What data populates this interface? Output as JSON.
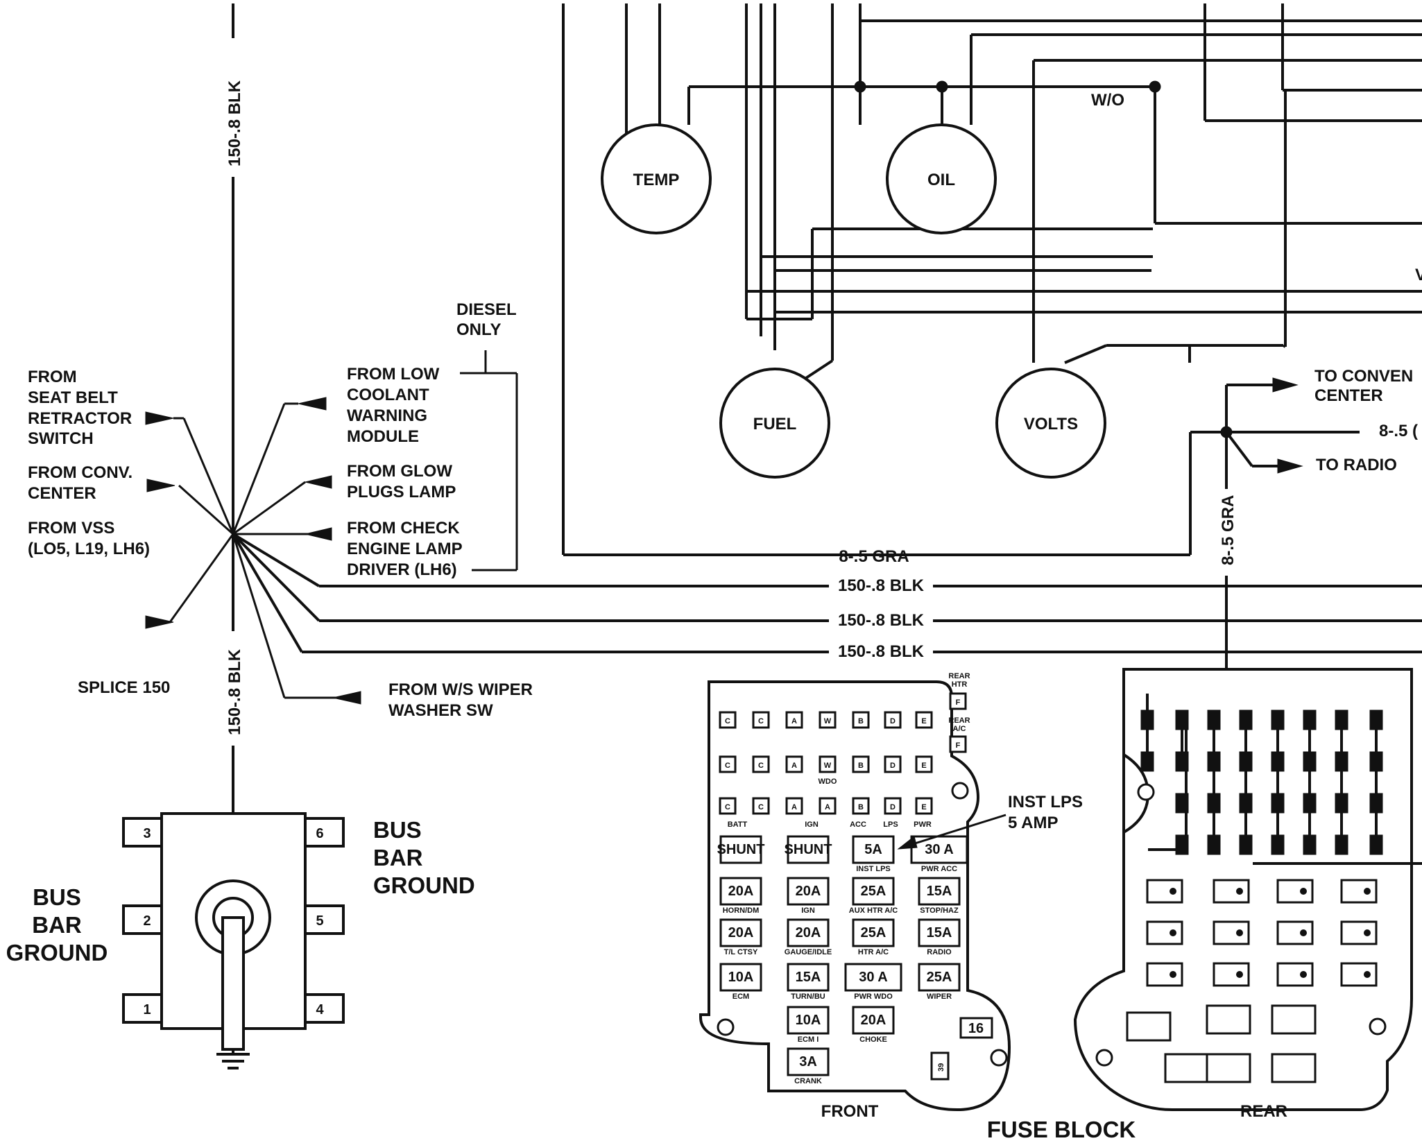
{
  "gauges": {
    "temp": "TEMP",
    "oil": "OIL",
    "fuel": "FUEL",
    "volts": "VOLTS"
  },
  "labels": {
    "wo": "W/O",
    "wire_150_top": "150-.8 BLK",
    "wire_150_bottom": "150-.8 BLK",
    "wire_gra_h": "8-.5 GRA",
    "wire_gra_v": "8-.5 GRA",
    "wire_blk_1": "150-.8 BLK",
    "wire_blk_2": "150-.8 BLK",
    "wire_blk_3": "150-.8 BLK",
    "diesel_1": "DIESEL",
    "diesel_2": "ONLY",
    "seat_1": "FROM",
    "seat_2": "SEAT BELT",
    "seat_3": "RETRACTOR",
    "seat_4": "SWITCH",
    "conv_1": "FROM CONV.",
    "conv_2": "CENTER",
    "vss_1": "FROM VSS",
    "vss_2": "(LO5, L19, LH6)",
    "cool_1": "FROM LOW",
    "cool_2": "COOLANT",
    "cool_3": "WARNING",
    "cool_4": "MODULE",
    "glow_1": "FROM GLOW",
    "glow_2": "PLUGS LAMP",
    "check_1": "FROM CHECK",
    "check_2": "ENGINE LAMP",
    "check_3": "DRIVER (LH6)",
    "wiper_1": "FROM W/S WIPER",
    "wiper_2": "WASHER SW",
    "splice": "SPLICE 150",
    "to_conv_1": "TO CONVEN",
    "to_conv_2": "CENTER",
    "to_radio": "TO RADIO",
    "right_wire": "8-.5 (",
    "edge_v": "V",
    "bbg_left_1": "BUS",
    "bbg_left_2": "BAR",
    "bbg_left_3": "GROUND",
    "bbg_right_1": "BUS",
    "bbg_right_2": "BAR",
    "bbg_right_3": "GROUND",
    "inst_lps_1": "INST LPS",
    "inst_lps_2": "5 AMP",
    "front": "FRONT",
    "rear": "REAR",
    "fuse_block": "FUSE BLOCK"
  },
  "bus_bar_terminals": [
    "3",
    "2",
    "1",
    "6",
    "5",
    "4"
  ],
  "front_block": {
    "rear_htr_1": "REAR",
    "rear_htr_2": "HTR",
    "rear_htr_f": "F",
    "rear_ac_1": "REAR",
    "rear_ac_2": "A/C",
    "rear_ac_f": "F",
    "row1": [
      "C",
      "C",
      "A",
      "W",
      "B",
      "D",
      "E"
    ],
    "row2": [
      "C",
      "C",
      "A",
      "W",
      "B",
      "D",
      "E"
    ],
    "wdo": "WDO",
    "row3": [
      "C",
      "C",
      "A",
      "A",
      "B",
      "D",
      "E"
    ],
    "top_labels": [
      "BATT",
      "IGN",
      "ACC",
      "LPS",
      "PWR"
    ],
    "fuses": [
      {
        "value": "SHUNT",
        "label": ""
      },
      {
        "value": "SHUNT",
        "label": ""
      },
      {
        "value": "5A",
        "label": "INST LPS"
      },
      {
        "value": "30 A",
        "label": "PWR ACC"
      },
      {
        "value": "20A",
        "label": "HORN/DM"
      },
      {
        "value": "20A",
        "label": "IGN"
      },
      {
        "value": "25A",
        "label": "AUX HTR A/C"
      },
      {
        "value": "15A",
        "label": "STOP/HAZ"
      },
      {
        "value": "20A",
        "label": "T/L CTSY"
      },
      {
        "value": "20A",
        "label": "GAUGE/IDLE"
      },
      {
        "value": "25A",
        "label": "HTR A/C"
      },
      {
        "value": "15A",
        "label": "RADIO"
      },
      {
        "value": "10A",
        "label": "ECM"
      },
      {
        "value": "15A",
        "label": "TURN/BU"
      },
      {
        "value": "30 A",
        "label": "PWR WDO"
      },
      {
        "value": "25A",
        "label": "WIPER"
      },
      {
        "value": "10A",
        "label": "ECM I"
      },
      {
        "value": "20A",
        "label": "CHOKE"
      },
      {
        "value": "3A",
        "label": "CRANK"
      }
    ],
    "relay_16": "16",
    "relay_39": "39"
  }
}
